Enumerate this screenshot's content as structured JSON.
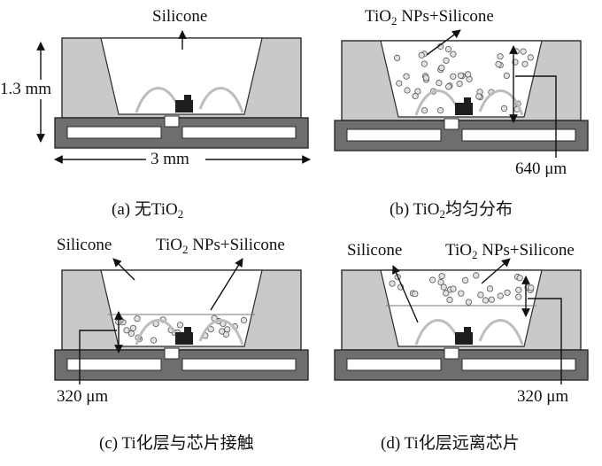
{
  "panels": {
    "a": {
      "caption_prefix": "(a) 无TiO",
      "caption_sub": "2",
      "caption_suffix": "",
      "top_label": "Silicone",
      "height_label": "1.3 mm",
      "width_label": "3 mm"
    },
    "b": {
      "caption_prefix": "(b) TiO",
      "caption_sub": "2",
      "caption_suffix": "均匀分布",
      "top_label_prefix": "TiO",
      "top_label_sub": "2",
      "top_label_suffix": " NPs+Silicone",
      "depth_label": "640 μm"
    },
    "c": {
      "caption": "(c) Ti化层与芯片接触",
      "left_label": "Silicone",
      "right_label_prefix": "TiO",
      "right_label_sub": "2",
      "right_label_suffix": " NPs+Silicone",
      "depth_label": "320 μm"
    },
    "d": {
      "caption": "(d) Ti化层远离芯片",
      "left_label": "Silicone",
      "right_label_prefix": "TiO",
      "right_label_sub": "2",
      "right_label_suffix": " NPs+Silicone",
      "depth_label": "320 μm"
    }
  },
  "colors": {
    "housing": "#c9c9c9",
    "lead_frame": "#6e6e6e",
    "outline": "#2a2a2a",
    "silicone": "#ffffff",
    "particle_fill": "#e2e2e2",
    "chip": "#1e1e1e",
    "wire": "#bdbdbd"
  }
}
